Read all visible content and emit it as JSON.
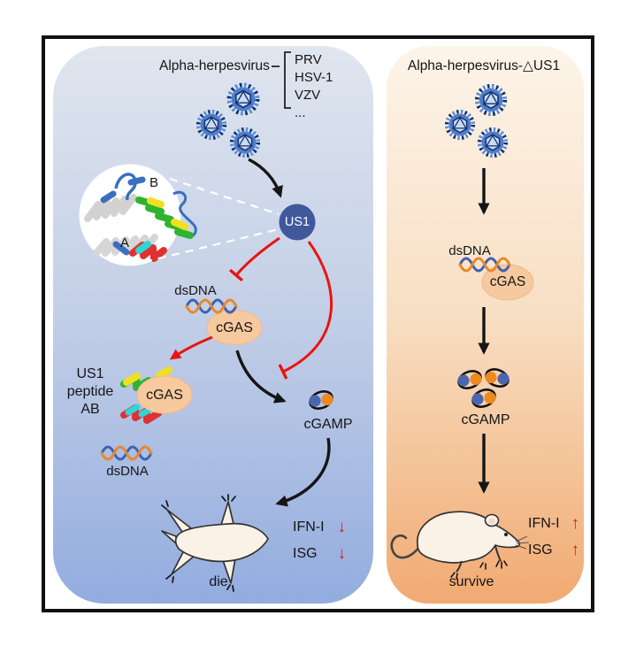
{
  "figure": {
    "left_panel": {
      "title": "Alpha-herpesvirus",
      "virus_examples": [
        "PRV",
        "HSV-1",
        "VZV",
        "..."
      ],
      "us1_node": "US1",
      "inset_label_b": "B",
      "inset_label_a": "A",
      "dsdna_label": "dsDNA",
      "cgas_label": "cGAS",
      "peptide_caption": [
        "US1",
        "peptide",
        "AB"
      ],
      "cgas_complex_label": "cGAS",
      "free_dsdna_label": "dsDNA",
      "cgamp_label": "cGAMP",
      "outcome": "die",
      "ifn_label": "IFN-I",
      "ifn_arrow": "↓",
      "isg_label": "ISG",
      "isg_arrow": "↓"
    },
    "right_panel": {
      "title": "Alpha-herpesvirus-△US1",
      "dsdna_label": "dsDNA",
      "cgas_label": "cGAS",
      "cgamp_label": "cGAMP",
      "outcome": "survive",
      "ifn_label": "IFN-I",
      "ifn_arrow": "↑",
      "isg_label": "ISG",
      "isg_arrow": "↑"
    },
    "colors": {
      "left_panel_top": "#e0e6ef",
      "left_panel_bottom": "#93acdf",
      "right_panel_top": "#fdf4e9",
      "right_panel_bottom": "#f1aa72",
      "us1_circle": "#41589c",
      "cgas_ellipse": "#f7c99e",
      "inhibition_red": "#e8150f",
      "dna_blue": "#3c63b4",
      "dna_orange": "#e8882b",
      "cgamp_blue": "#4a66ae",
      "cgamp_orange": "#ec8a20",
      "virus_blue": "#4c7ecf",
      "arrow_black": "#151515",
      "mouse_fill": "#faf2e7"
    }
  }
}
